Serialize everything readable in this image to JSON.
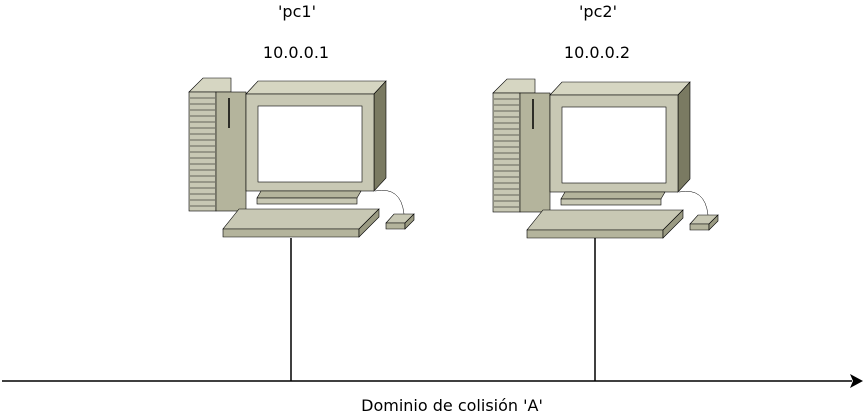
{
  "nodes": [
    {
      "name": "'pc1'",
      "ip": "10.0.0.1"
    },
    {
      "name": "'pc2'",
      "ip": "10.0.0.2"
    }
  ],
  "network": {
    "label": "Dominio de colisión 'A'"
  },
  "colors": {
    "case_face": "#c8c8b4",
    "case_shade": "#9a9a82",
    "case_dark": "#7a7a62",
    "screen": "#ffffff",
    "line": "#000000"
  }
}
